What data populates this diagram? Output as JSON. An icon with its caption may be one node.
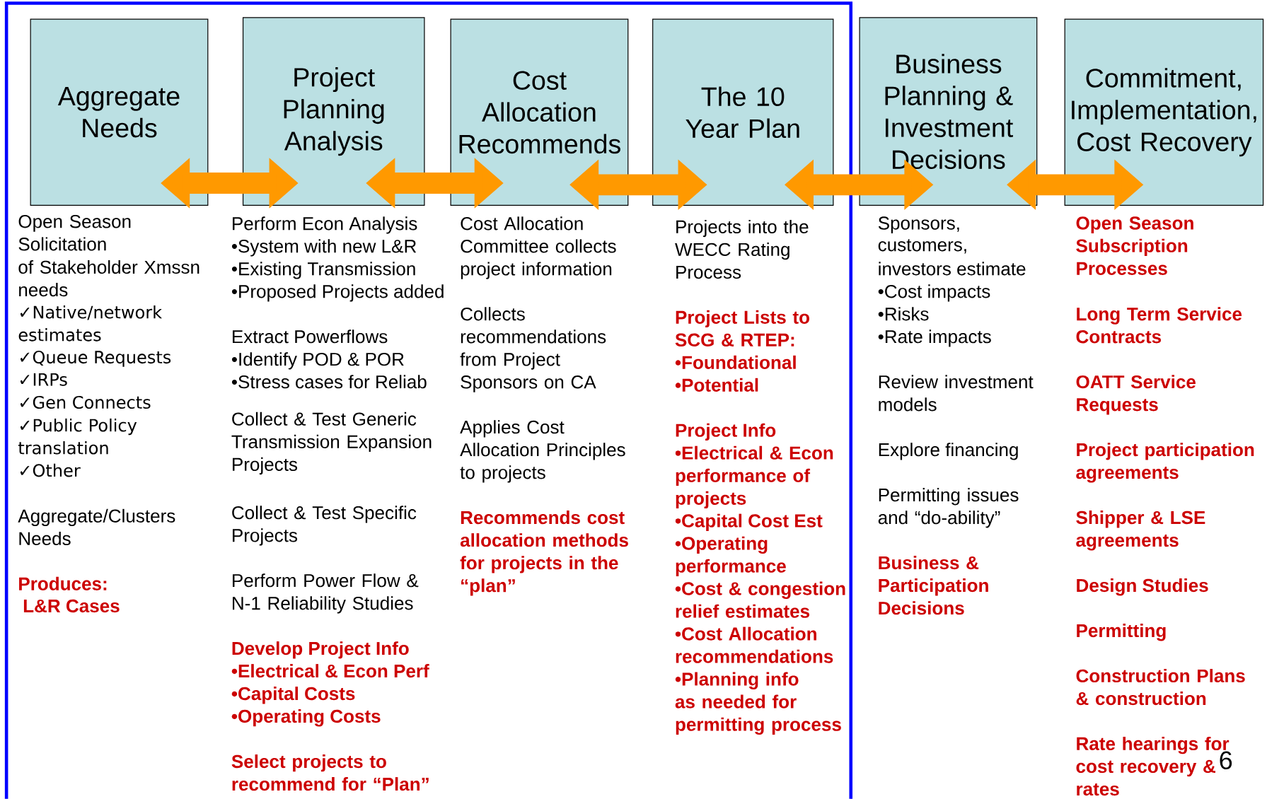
{
  "diagram": {
    "nodes": [
      {
        "text": [
          "Aggregate Needs"
        ]
      },
      {
        "text": [
          "Project Planning Analysis"
        ]
      },
      {
        "text": [
          "Cost Allocation Recommends"
        ]
      },
      {
        "text": [
          "The 10 Year Plan"
        ]
      },
      {
        "text": [
          "Business Planning & Investment Decisions"
        ]
      },
      {
        "text": [
          "Commitment, Implementation, Cost Recovery"
        ]
      }
    ],
    "edges": [
      {
        "from": 0,
        "to": 1,
        "arrow": "both"
      },
      {
        "from": 1,
        "to": 2,
        "arrow": "both"
      },
      {
        "from": 2,
        "to": 3,
        "arrow": "both"
      },
      {
        "from": 3,
        "to": 4,
        "arrow": "both"
      },
      {
        "from": 4,
        "to": 5,
        "arrow": "both"
      }
    ],
    "labels": [
      "Open Season Solicitation",
      "of Stakeholder Xmssn needs",
      "✓Native/network estimates",
      "✓Queue Requests",
      "✓IRPs",
      "✓Gen Connects",
      "✓Public Policy translation",
      "✓Other",
      "Aggregate/Clusters Needs",
      "Produces:",
      "L&R Cases",
      "Perform Econ Analysis",
      "•System with new L&R",
      "•Existing Transmission",
      "•Proposed Projects added",
      "Extract Powerflows",
      "•Identify POD & POR",
      "•Stress cases for Reliab",
      "Collect & Test Generic Transmission Expansion Projects",
      "Collect & Test Specific Projects",
      "Perform Power Flow & N-1 Reliability Studies",
      "Develop Project Info",
      "•Electrical & Econ Perf",
      "•Capital Costs",
      "•Operating Costs",
      "Select projects to recommend for “Plan”",
      "Cost Allocation Committee collects project information",
      "Collects recommendations from Project Sponsors on CA",
      "Applies Cost Allocation Principles to projects",
      "Recommends cost allocation methods for projects in the “plan”",
      "Projects into the WECC Rating Process",
      "Project Lists to SCG & RTEP:",
      "•Foundational",
      "•Potential",
      "Project Info",
      "•Electrical & Econ performance of projects",
      "•Capital Cost Est",
      "•Operating performance",
      "•Cost & congestion relief estimates",
      "•Cost Allocation recommendations",
      "•Planning info as needed for permitting process",
      "Sponsors,",
      "customers,",
      "investors estimate",
      "•Cost impacts",
      "•Risks",
      "•Rate impacts",
      "Review investment models",
      "Explore financing",
      "Permitting issues and “do-ability”",
      "Business & Participation Decisions",
      "Open Season Subscription Processes",
      "Long Term Service Contracts",
      "OATT Service Requests",
      "Project participation agreements",
      "Shipper & LSE agreements",
      "Design Studies",
      "Permitting",
      "Construction Plans & construction",
      "Rate hearings for cost recovery & rates",
      "6"
    ]
  }
}
